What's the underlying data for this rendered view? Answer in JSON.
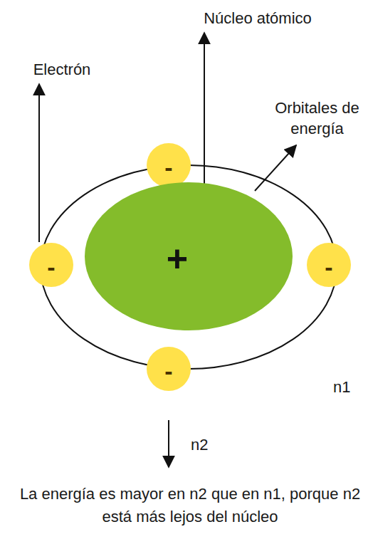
{
  "diagram": {
    "caption": "La energía es mayor en n2 que en n1, porque n2 está más lejos del núcleo",
    "nodes": [
      {
        "text": [
          "-"
        ]
      },
      {
        "text": [
          "-"
        ]
      },
      {
        "text": [
          "+"
        ]
      },
      {
        "text": [
          "-"
        ]
      },
      {
        "text": [
          "-"
        ]
      }
    ],
    "labels": [
      "Núcleo atómico",
      "Electrón",
      "Orbitales de energía",
      "n1",
      "n2"
    ]
  }
}
